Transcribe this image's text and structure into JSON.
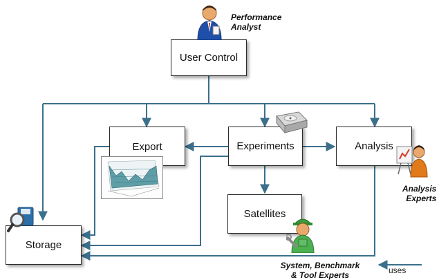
{
  "boxes": {
    "user_control": "User Control",
    "export": "Export",
    "experiments": "Experiments",
    "analysis": "Analysis",
    "satellites": "Satellites",
    "storage": "Storage"
  },
  "roles": {
    "performance_analyst_line1": "Performance",
    "performance_analyst_line2": "Analyst",
    "analysis_experts_line1": "Analysis",
    "analysis_experts_line2": "Experts",
    "system_experts_line1": "System, Benchmark",
    "system_experts_line2": "& Tool Experts"
  },
  "legend": {
    "uses": "uses"
  },
  "icons": [
    "analyst-person-icon",
    "expert-person-icon",
    "mechanic-person-icon",
    "disk-drive-icon",
    "magnifier-icon",
    "surface-plot-thumbnail"
  ],
  "colors": {
    "arrow": "#3b6f8c",
    "box_border": "#2c2c2c"
  }
}
